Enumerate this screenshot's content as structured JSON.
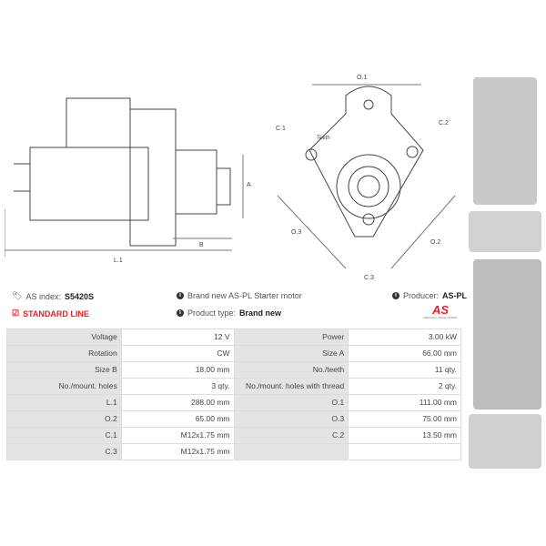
{
  "diagram_labels": {
    "l1": "L.1",
    "a": "A",
    "b": "B",
    "o1": "O.1",
    "o2": "O.2",
    "o3": "O.3",
    "c1": "C.1",
    "c2": "C.2",
    "c3": "C.3",
    "teeth": "Teeth"
  },
  "info": {
    "as_index_label": "AS index:",
    "as_index_value": "S5420S",
    "standard_line": "STANDARD LINE",
    "brand_text": "Brand new AS-PL Starter motor",
    "product_type_label": "Product type:",
    "product_type_value": "Brand new",
    "producer_label": "Producer:",
    "producer_value": "AS-PL",
    "logo_text": "AS",
    "logo_tagline": "Alternators, Starters & Parts"
  },
  "colors": {
    "accent": "#e8202a"
  },
  "specs": [
    [
      "Voltage",
      "12 V",
      "Power",
      "3.00 kW"
    ],
    [
      "Rotation",
      "CW",
      "Size A",
      "66.00 mm"
    ],
    [
      "Size B",
      "18.00 mm",
      "No./teeth",
      "11 qty."
    ],
    [
      "No./mount. holes",
      "3 qty.",
      "No./mount. holes with thread",
      "2 qty."
    ],
    [
      "L.1",
      "288.00 mm",
      "O.1",
      "111.00 mm"
    ],
    [
      "O.2",
      "65.00 mm",
      "O.3",
      "75.00 mm"
    ],
    [
      "C.1",
      "M12x1.75 mm",
      "C.2",
      "13.50 mm"
    ],
    [
      "C.3",
      "M12x1.75 mm",
      "",
      ""
    ]
  ]
}
